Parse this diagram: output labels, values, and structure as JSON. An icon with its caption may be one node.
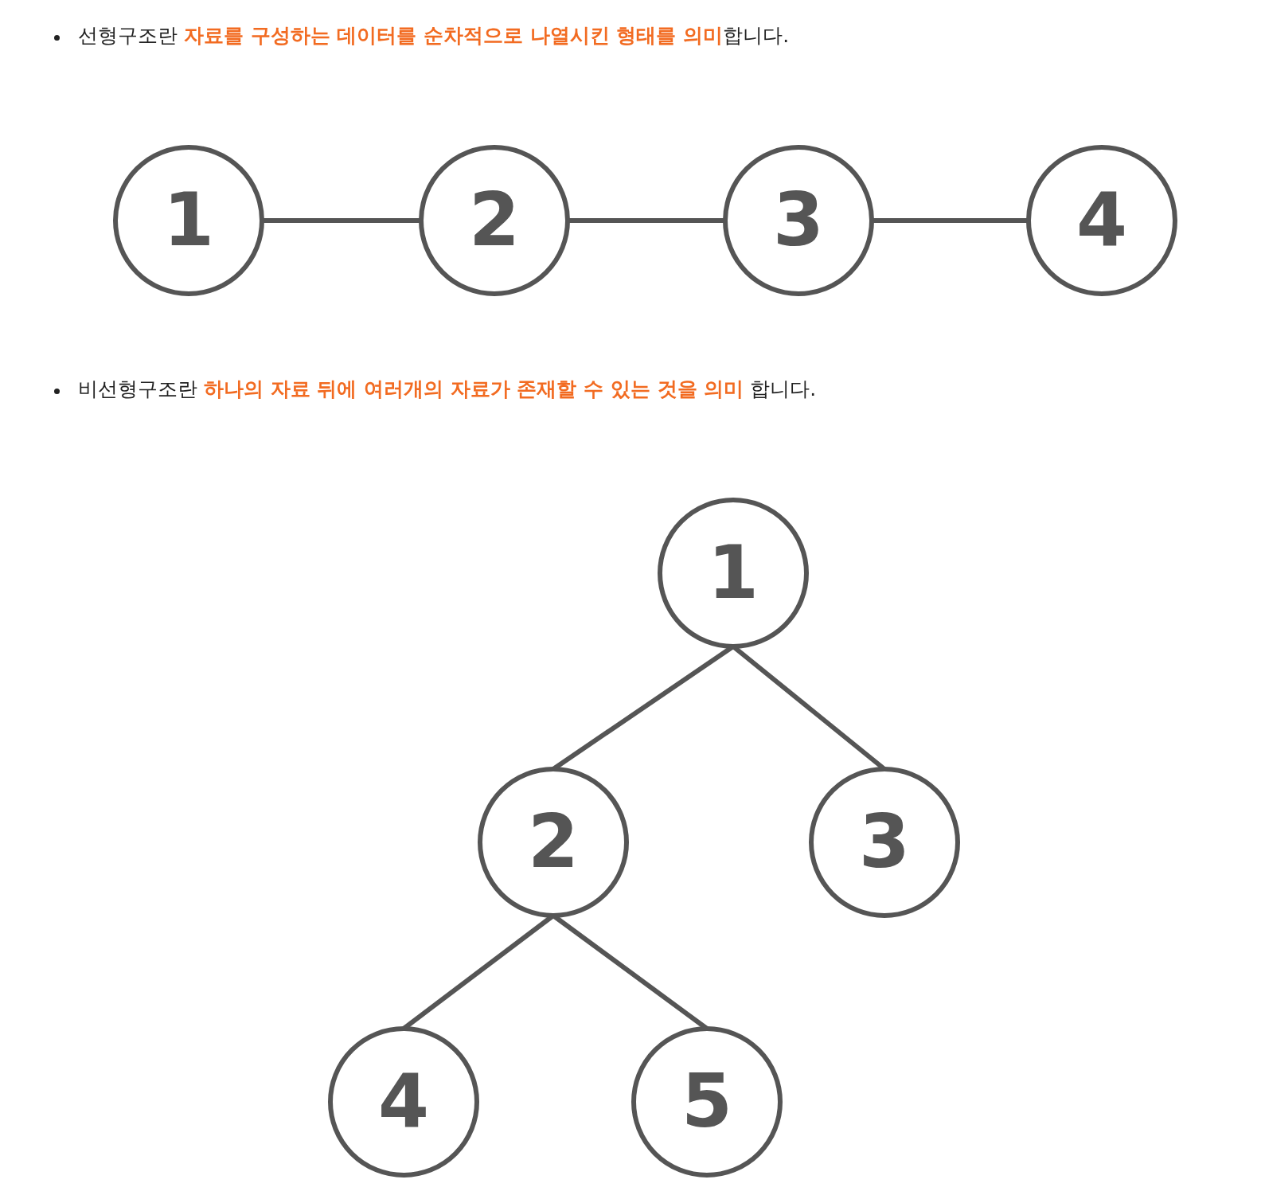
{
  "diagram": {
    "nodes": [
      {
        "text": [
          "1"
        ]
      },
      {
        "text": [
          "2"
        ]
      },
      {
        "text": [
          "3"
        ]
      },
      {
        "text": [
          "4"
        ]
      },
      {
        "text": [
          "1"
        ]
      },
      {
        "text": [
          "2"
        ]
      },
      {
        "text": [
          "3"
        ]
      },
      {
        "text": [
          "4"
        ]
      },
      {
        "text": [
          "5"
        ]
      }
    ],
    "edges": [
      {
        "from": 0,
        "to": 1,
        "arrow": "none"
      },
      {
        "from": 1,
        "to": 2,
        "arrow": "none"
      },
      {
        "from": 2,
        "to": 3,
        "arrow": "none"
      },
      {
        "from": 4,
        "to": 5,
        "arrow": "none"
      },
      {
        "from": 4,
        "to": 6,
        "arrow": "none"
      },
      {
        "from": 5,
        "to": 7,
        "arrow": "none"
      },
      {
        "from": 5,
        "to": 8,
        "arrow": "none"
      }
    ],
    "labels": [
      "선형구조란 **자료를 구성하는 데이터를 순차적으로 나열시킨 형태를 의미**합니다.",
      "비선형구조란 **하나의 자료 뒤에 여러개의 자료가 존재할 수 있는 것을 의미** 합니다."
    ]
  }
}
